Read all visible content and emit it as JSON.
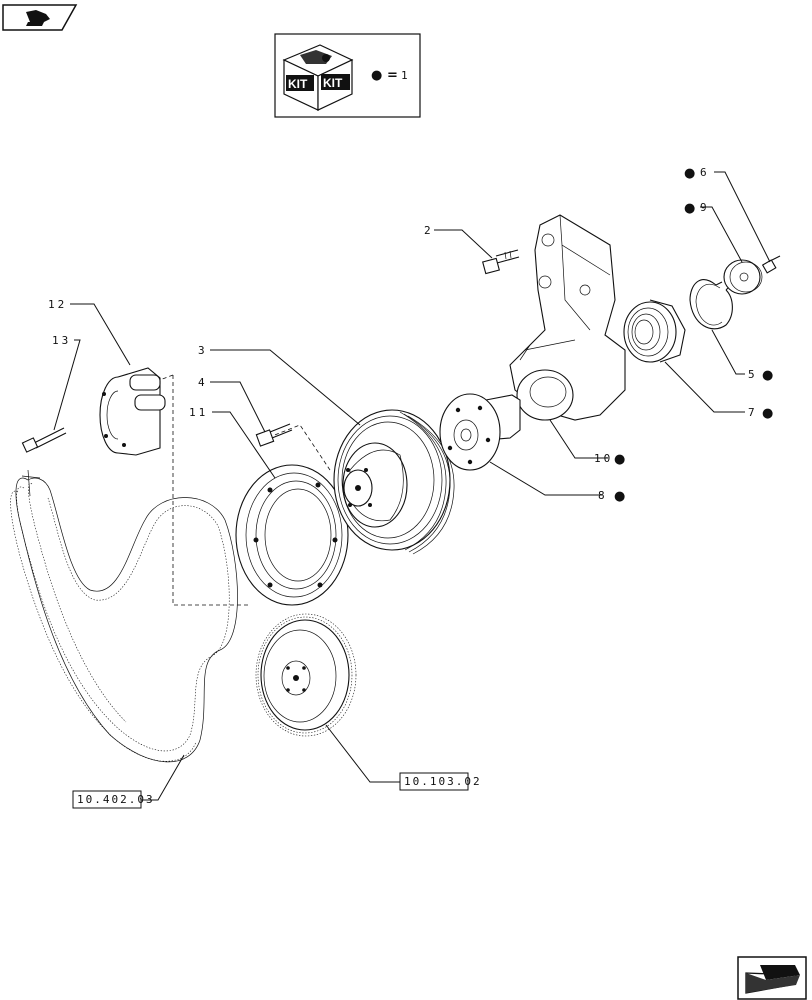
{
  "kit_legend": {
    "kit_label_left": "KIT",
    "kit_label_right": "KIT",
    "dot_symbol": "●",
    "equals_text": "=",
    "kit_number": "1"
  },
  "callouts": {
    "c2": "2",
    "c3": "3",
    "c4": "4",
    "c5": "5",
    "c6": "6",
    "c7": "7",
    "c8": "8",
    "c9": "9",
    "c10": "10",
    "c11": "11",
    "c12": "12",
    "c13": "13"
  },
  "kit_marker": "●",
  "references": {
    "belt_ref": "10.402.03",
    "flywheel_ref": "10.103.02"
  },
  "icons": {
    "top_left": "book-open-icon",
    "bottom_right": "next-page-arrow-icon"
  }
}
